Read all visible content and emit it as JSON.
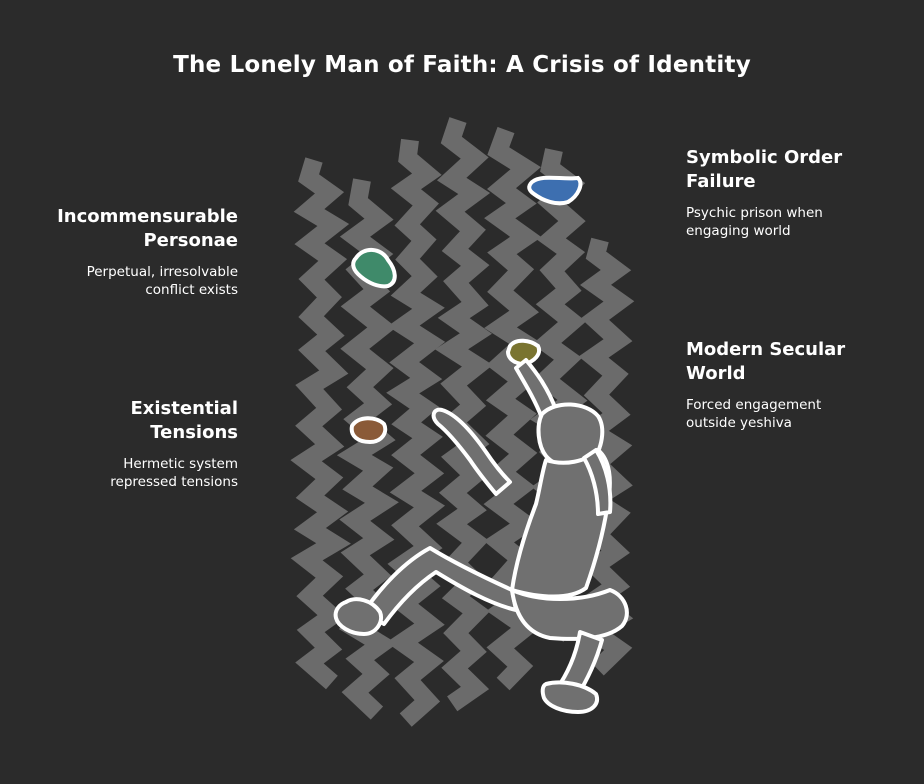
{
  "title": "The Lonely Man of Faith: A Crisis of Identity",
  "items": [
    {
      "heading": "Incommensurable\nPersonae",
      "description": "Perpetual, irresolvable\nconflict exists"
    },
    {
      "heading": "Existential\nTensions",
      "description": "Hermetic system\nrepressed tensions"
    },
    {
      "heading": "Symbolic Order\nFailure",
      "description": "Psychic prison when\nengaging world"
    },
    {
      "heading": "Modern Secular\nWorld",
      "description": "Forced engagement\noutside yeshiva"
    }
  ],
  "colors": {
    "background": "#2b2b2b",
    "wall_texture": "#6b6b6b",
    "figure_fill": "#707070",
    "outline": "#ffffff",
    "hold_blue": "#3d6fb0",
    "hold_green": "#3f8a6a",
    "hold_olive": "#7a7430",
    "hold_brown": "#8a5a38"
  },
  "icons": [
    "climbing-wall-illustration",
    "climber-figure",
    "climbing-hold"
  ]
}
